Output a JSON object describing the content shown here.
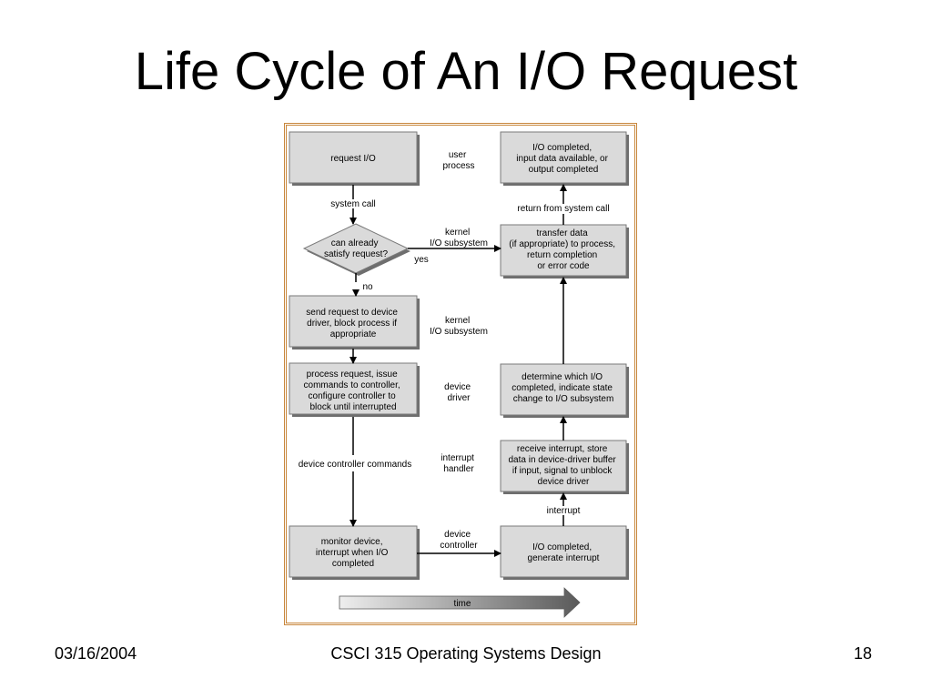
{
  "slide": {
    "title": "Life Cycle of An I/O Request",
    "footer_date": "03/16/2004",
    "footer_course": "CSCI 315 Operating Systems Design",
    "footer_page": "18"
  },
  "diagram": {
    "boxes": {
      "request_io": [
        "request I/O"
      ],
      "send_request": [
        "send request to device",
        "driver, block process if",
        "appropriate"
      ],
      "process_request": [
        "process request, issue",
        "commands to controller,",
        "configure controller to",
        "block until interrupted"
      ],
      "monitor_device": [
        "monitor device,",
        "interrupt when I/O",
        "completed"
      ],
      "io_completed_top": [
        "I/O completed,",
        "input data available, or",
        "output completed"
      ],
      "transfer_data": [
        "transfer data",
        "(if appropriate) to process,",
        "return completion",
        "or error code"
      ],
      "determine_io": [
        "determine which I/O",
        "completed, indicate state",
        "change to I/O subsystem"
      ],
      "receive_interrupt": [
        "receive interrupt, store",
        "data in device-driver buffer",
        "if input, signal to unblock",
        "device driver"
      ],
      "io_completed_bottom": [
        "I/O completed,",
        "generate interrupt"
      ]
    },
    "decision": [
      "can already",
      "satisfy request?"
    ],
    "layers": {
      "user_process": [
        "user",
        "process"
      ],
      "kernel_io_1": [
        "kernel",
        "I/O subsystem"
      ],
      "kernel_io_2": [
        "kernel",
        "I/O subsystem"
      ],
      "device_driver": [
        "device",
        "driver"
      ],
      "interrupt_handler": [
        "interrupt",
        "handler"
      ],
      "device_controller": [
        "device",
        "controller"
      ]
    },
    "edge_labels": {
      "system_call": "system call",
      "yes": "yes",
      "no": "no",
      "device_controller_commands": "device controller commands",
      "return_from_system_call": "return from system call",
      "interrupt": "interrupt"
    },
    "time_label": "time"
  }
}
